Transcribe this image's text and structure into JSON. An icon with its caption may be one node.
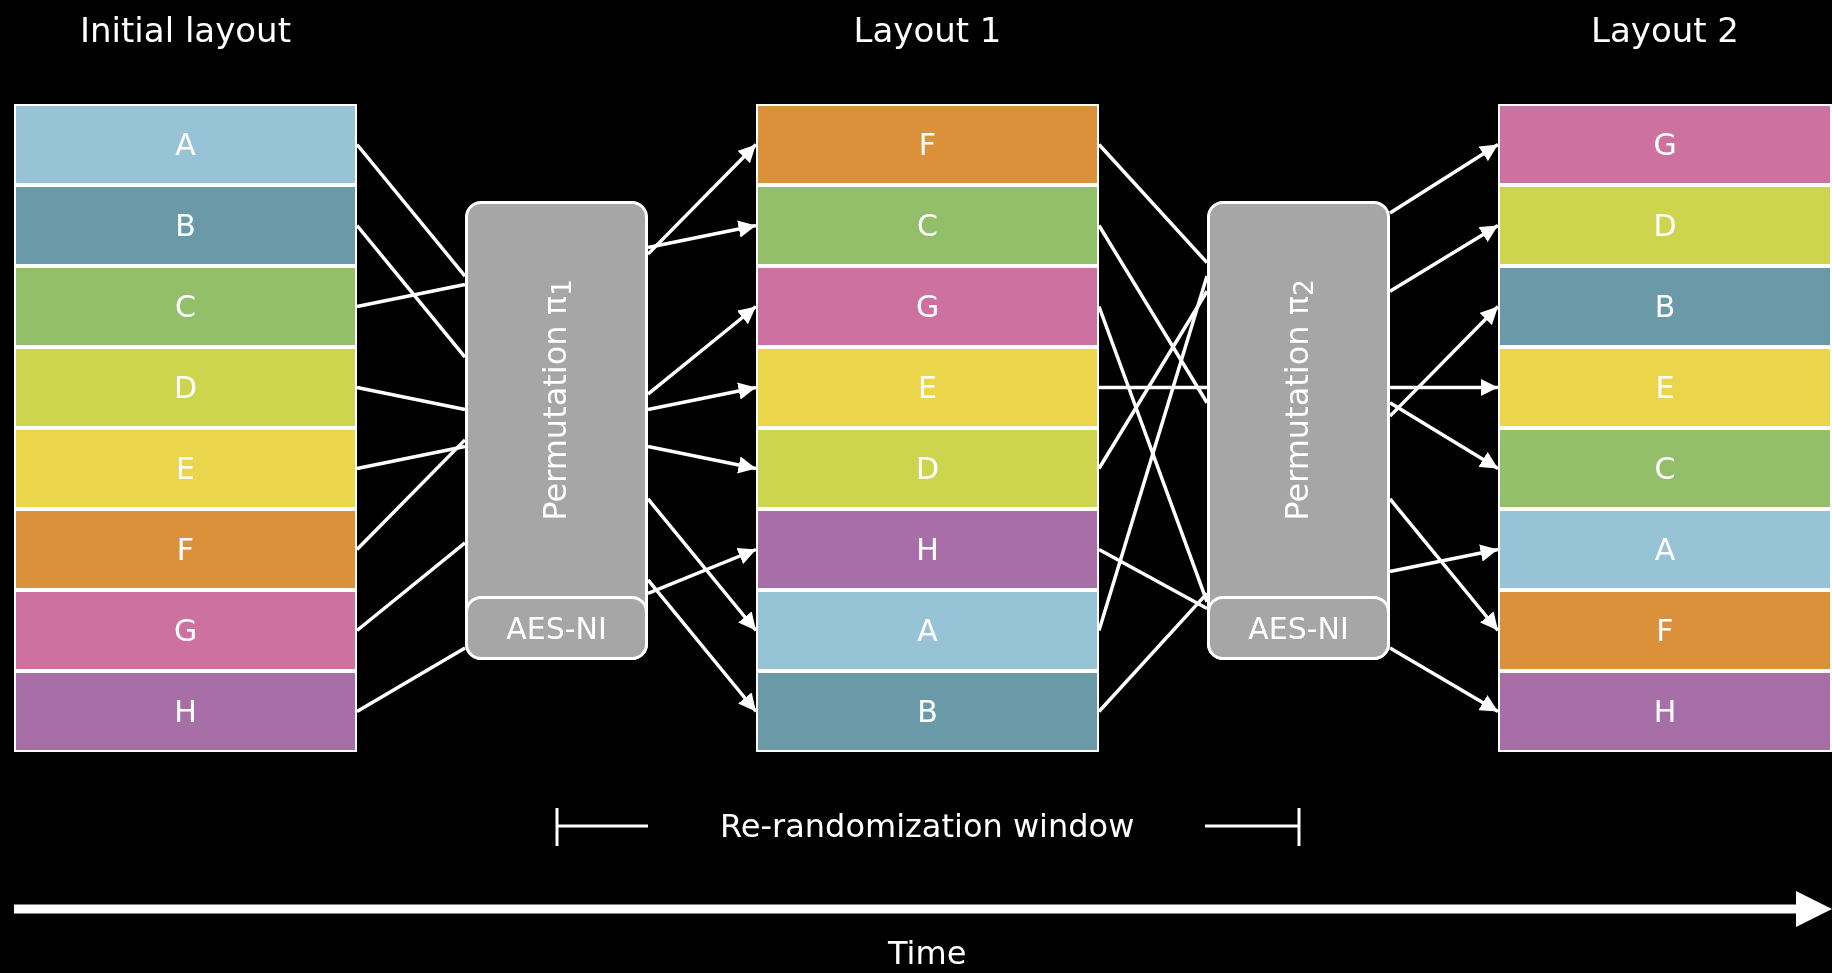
{
  "diagram": {
    "nodes": [
      {
        "text": [
          "Initial layout"
        ]
      },
      {
        "text": [
          "A"
        ],
        "in": 0
      },
      {
        "text": [
          "B"
        ],
        "in": 0
      },
      {
        "text": [
          "C"
        ],
        "in": 0
      },
      {
        "text": [
          "D"
        ],
        "in": 0
      },
      {
        "text": [
          "E"
        ],
        "in": 0
      },
      {
        "text": [
          "F"
        ],
        "in": 0
      },
      {
        "text": [
          "G"
        ],
        "in": 0
      },
      {
        "text": [
          "H"
        ],
        "in": 0
      },
      {
        "text": [
          "Permutation π$_{1}$"
        ]
      },
      {
        "text": [
          "AES-NI"
        ],
        "in": 9
      },
      {
        "text": [
          "Layout 1"
        ]
      },
      {
        "text": [
          "F"
        ],
        "in": 11
      },
      {
        "text": [
          "C"
        ],
        "in": 11
      },
      {
        "text": [
          "G"
        ],
        "in": 11
      },
      {
        "text": [
          "E"
        ],
        "in": 11
      },
      {
        "text": [
          "D"
        ],
        "in": 11
      },
      {
        "text": [
          "H"
        ],
        "in": 11
      },
      {
        "text": [
          "A"
        ],
        "in": 11
      },
      {
        "text": [
          "B"
        ],
        "in": 11
      },
      {
        "text": [
          "Permutation π$_{2}$"
        ]
      },
      {
        "text": [
          "AES-NI"
        ],
        "in": 20
      },
      {
        "text": [
          "Layout 2"
        ]
      },
      {
        "text": [
          "G"
        ],
        "in": 22
      },
      {
        "text": [
          "D"
        ],
        "in": 22
      },
      {
        "text": [
          "B"
        ],
        "in": 22
      },
      {
        "text": [
          "E"
        ],
        "in": 22
      },
      {
        "text": [
          "C"
        ],
        "in": 22
      },
      {
        "text": [
          "A"
        ],
        "in": 22
      },
      {
        "text": [
          "F"
        ],
        "in": 22
      },
      {
        "text": [
          "H"
        ],
        "in": 22
      }
    ],
    "edges": [
      {
        "from": 1,
        "to": 9,
        "arrow": "none"
      },
      {
        "from": 2,
        "to": 9,
        "arrow": "none"
      },
      {
        "from": 3,
        "to": 9,
        "arrow": "none"
      },
      {
        "from": 4,
        "to": 9,
        "arrow": "none"
      },
      {
        "from": 5,
        "to": 9,
        "arrow": "none"
      },
      {
        "from": 6,
        "to": 9,
        "arrow": "none"
      },
      {
        "from": 7,
        "to": 9,
        "arrow": "none"
      },
      {
        "from": 8,
        "to": 9,
        "arrow": "none"
      },
      {
        "from": 9,
        "to": 12,
        "arrow": "to"
      },
      {
        "from": 9,
        "to": 13,
        "arrow": "to"
      },
      {
        "from": 9,
        "to": 14,
        "arrow": "to"
      },
      {
        "from": 9,
        "to": 15,
        "arrow": "to"
      },
      {
        "from": 9,
        "to": 16,
        "arrow": "to"
      },
      {
        "from": 9,
        "to": 17,
        "arrow": "to"
      },
      {
        "from": 9,
        "to": 18,
        "arrow": "to"
      },
      {
        "from": 9,
        "to": 19,
        "arrow": "to"
      },
      {
        "from": 12,
        "to": 20,
        "arrow": "none"
      },
      {
        "from": 13,
        "to": 20,
        "arrow": "none"
      },
      {
        "from": 14,
        "to": 20,
        "arrow": "none"
      },
      {
        "from": 15,
        "to": 20,
        "arrow": "none"
      },
      {
        "from": 16,
        "to": 20,
        "arrow": "none"
      },
      {
        "from": 17,
        "to": 20,
        "arrow": "none"
      },
      {
        "from": 18,
        "to": 20,
        "arrow": "none"
      },
      {
        "from": 19,
        "to": 20,
        "arrow": "none"
      },
      {
        "from": 20,
        "to": 23,
        "arrow": "to"
      },
      {
        "from": 20,
        "to": 24,
        "arrow": "to"
      },
      {
        "from": 20,
        "to": 25,
        "arrow": "to"
      },
      {
        "from": 20,
        "to": 26,
        "arrow": "to"
      },
      {
        "from": 20,
        "to": 27,
        "arrow": "to"
      },
      {
        "from": 20,
        "to": 28,
        "arrow": "to"
      },
      {
        "from": 20,
        "to": 29,
        "arrow": "to"
      },
      {
        "from": 20,
        "to": 30,
        "arrow": "to"
      }
    ],
    "labels": [
      "Re-randomization window",
      "Time"
    ]
  }
}
